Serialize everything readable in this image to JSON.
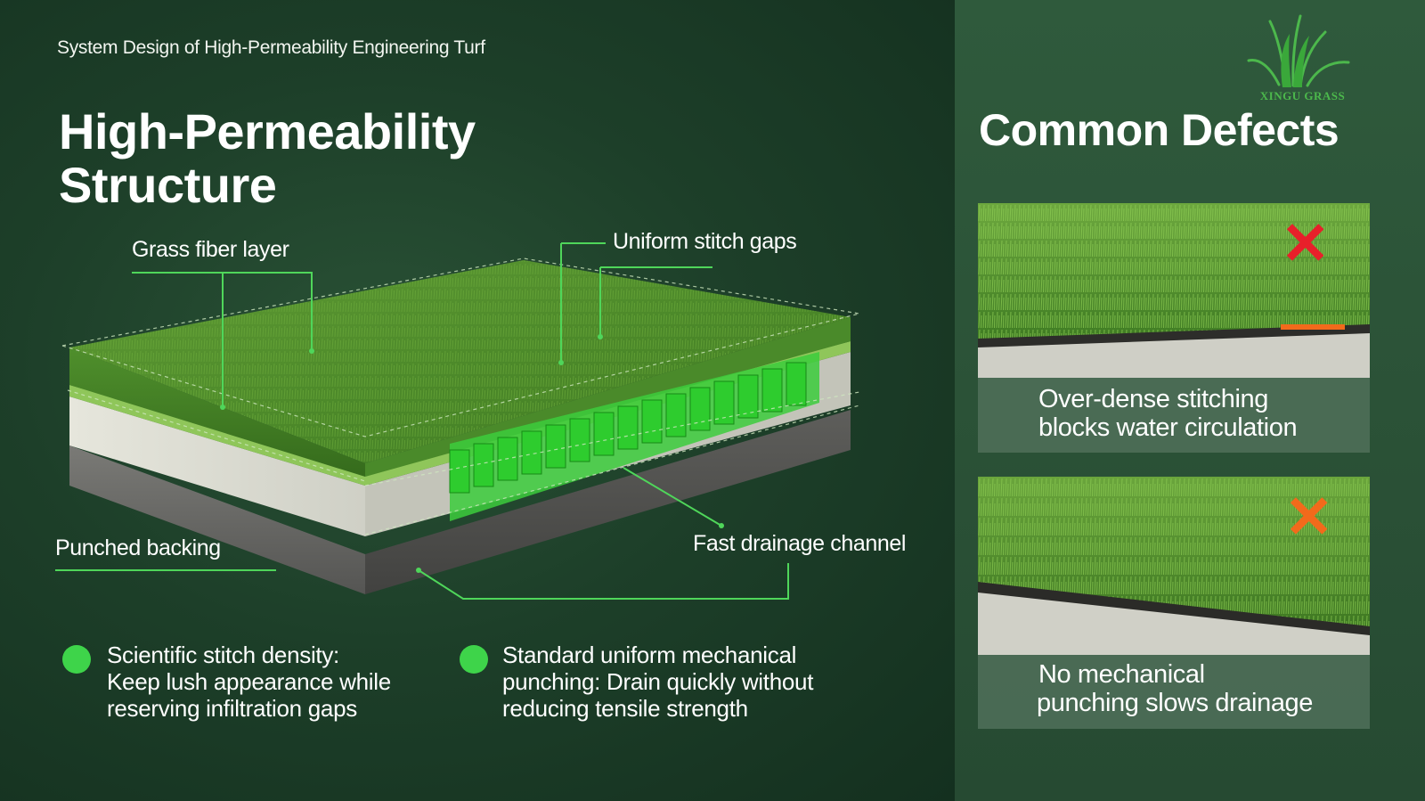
{
  "header": {
    "subtitle": "System Design of High-Permeability Engineering Turf",
    "title": "High-Permeability Structure"
  },
  "diagram_labels": {
    "grass_fiber_layer": "Grass fiber layer",
    "uniform_stitch_gaps": "Uniform stitch gaps",
    "punched_backing": "Punched backing",
    "fast_drainage_channel": "Fast drainage channel"
  },
  "features": [
    {
      "line1": "Scientific stitch density:",
      "line2": "Keep lush appearance while",
      "line3": "reserving infiltration gaps"
    },
    {
      "line1": "Standard uniform mechanical",
      "line2": "punching: Drain quickly without",
      "line3": "reducing tensile strength"
    }
  ],
  "defects": {
    "title": "Common Defects",
    "items": [
      {
        "line1": "Over-dense stitching",
        "line2": "blocks water circulation",
        "mark": "✕",
        "mark_color": "#e8202a"
      },
      {
        "line1": "No mechanical",
        "line2": "punching slows drainage",
        "mark": "✕",
        "mark_color": "#f26a1b"
      }
    ]
  },
  "brand": {
    "logo_text": "XINGU GRASS",
    "logo_icon": "grass-logo-icon"
  },
  "colors": {
    "accent_green": "#3ed44a",
    "background_dark": "#1d3f29",
    "panel": "#2b5237",
    "defect_red": "#e8202a",
    "defect_orange": "#f26a1b"
  }
}
